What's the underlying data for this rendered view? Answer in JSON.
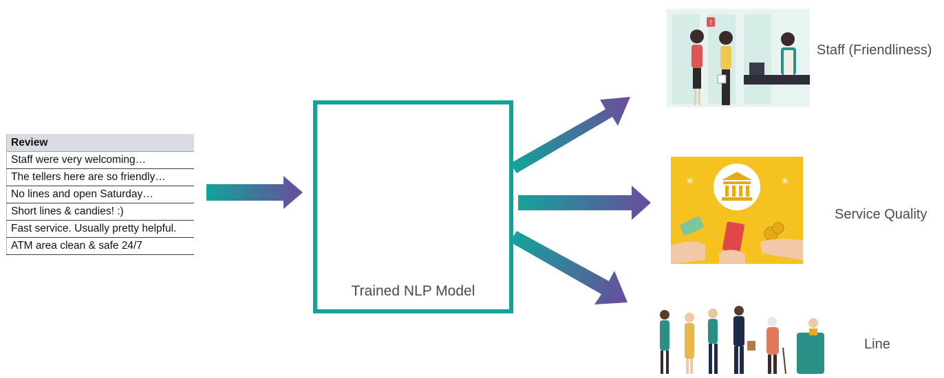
{
  "review_table": {
    "header": "Review",
    "rows": [
      "Staff were very welcoming…",
      "The tellers here are so friendly…",
      "No lines and open Saturday…",
      "Short lines & candies! :)",
      "Fast service. Usually pretty helpful.",
      "ATM area clean & safe 24/7"
    ]
  },
  "model": {
    "label": "Trained NLP Model",
    "icons": [
      "flowchart-icon",
      "funnel-icon"
    ]
  },
  "outputs": [
    {
      "label": "Staff (Friendliness)",
      "illustration": "staff-illustration"
    },
    {
      "label": "Service Quality",
      "illustration": "service-illustration"
    },
    {
      "label": "Line",
      "illustration": "queue-illustration"
    }
  ],
  "colors": {
    "teal": "#13a39a",
    "purple": "#6a4c9c",
    "gear": "#4dbfb8",
    "gold": "#f6c21f"
  }
}
